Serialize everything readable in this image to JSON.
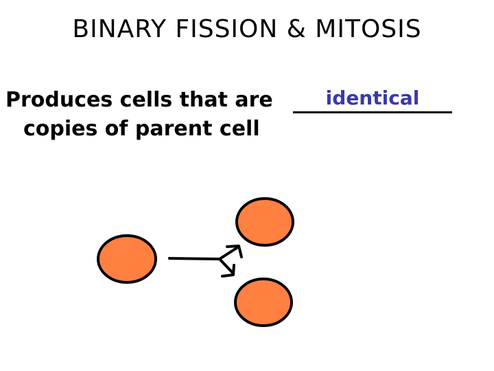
{
  "slide": {
    "title": "BINARY FISSION & MITOSIS",
    "sentence_part1": "Produces cells that are",
    "answer": "identical",
    "sentence_part2": "copies of parent cell"
  },
  "diagram": {
    "parent_cell_color": "#FF8040",
    "daughter_cell_color": "#FF8040",
    "outline_color": "#000000",
    "answer_color": "#3A3AAA"
  }
}
